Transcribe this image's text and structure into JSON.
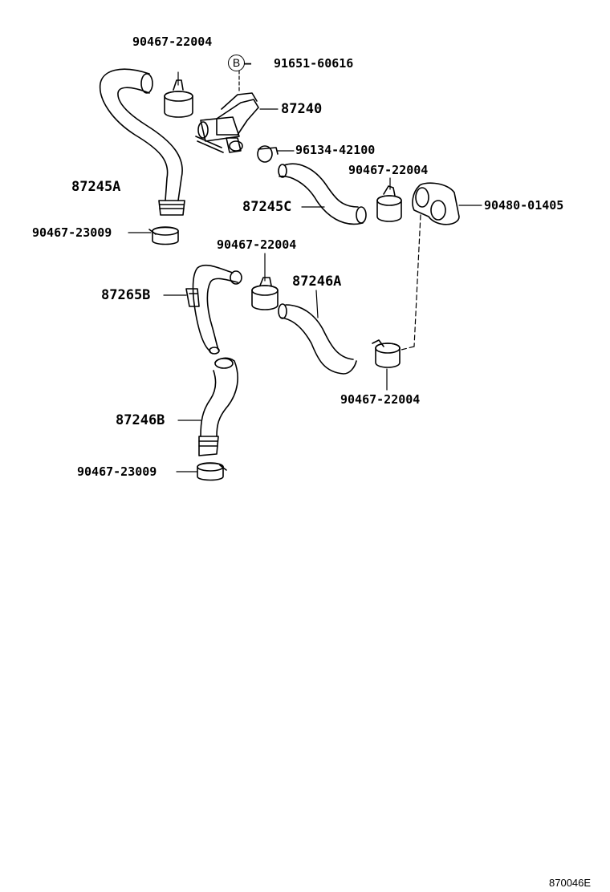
{
  "callouts": {
    "clamp_top_left": "90467-22004",
    "ref_b": "B",
    "bolt_b": "91651-60616",
    "water_valve": "87240",
    "clip_valve": "96134-42100",
    "clamp_mid_right": "90467-22004",
    "hose_87245a": "87245A",
    "hose_87245c": "87245C",
    "grommet": "90480-01405",
    "clamp_bottom_left": "90467-23009",
    "clamp_center": "90467-22004",
    "hose_87265b": "87265B",
    "hose_87246a": "87246A",
    "clamp_lower_right": "90467-22004",
    "hose_87246b": "87246B",
    "clamp_very_bottom": "90467-23009"
  },
  "figure_code": "870046E"
}
